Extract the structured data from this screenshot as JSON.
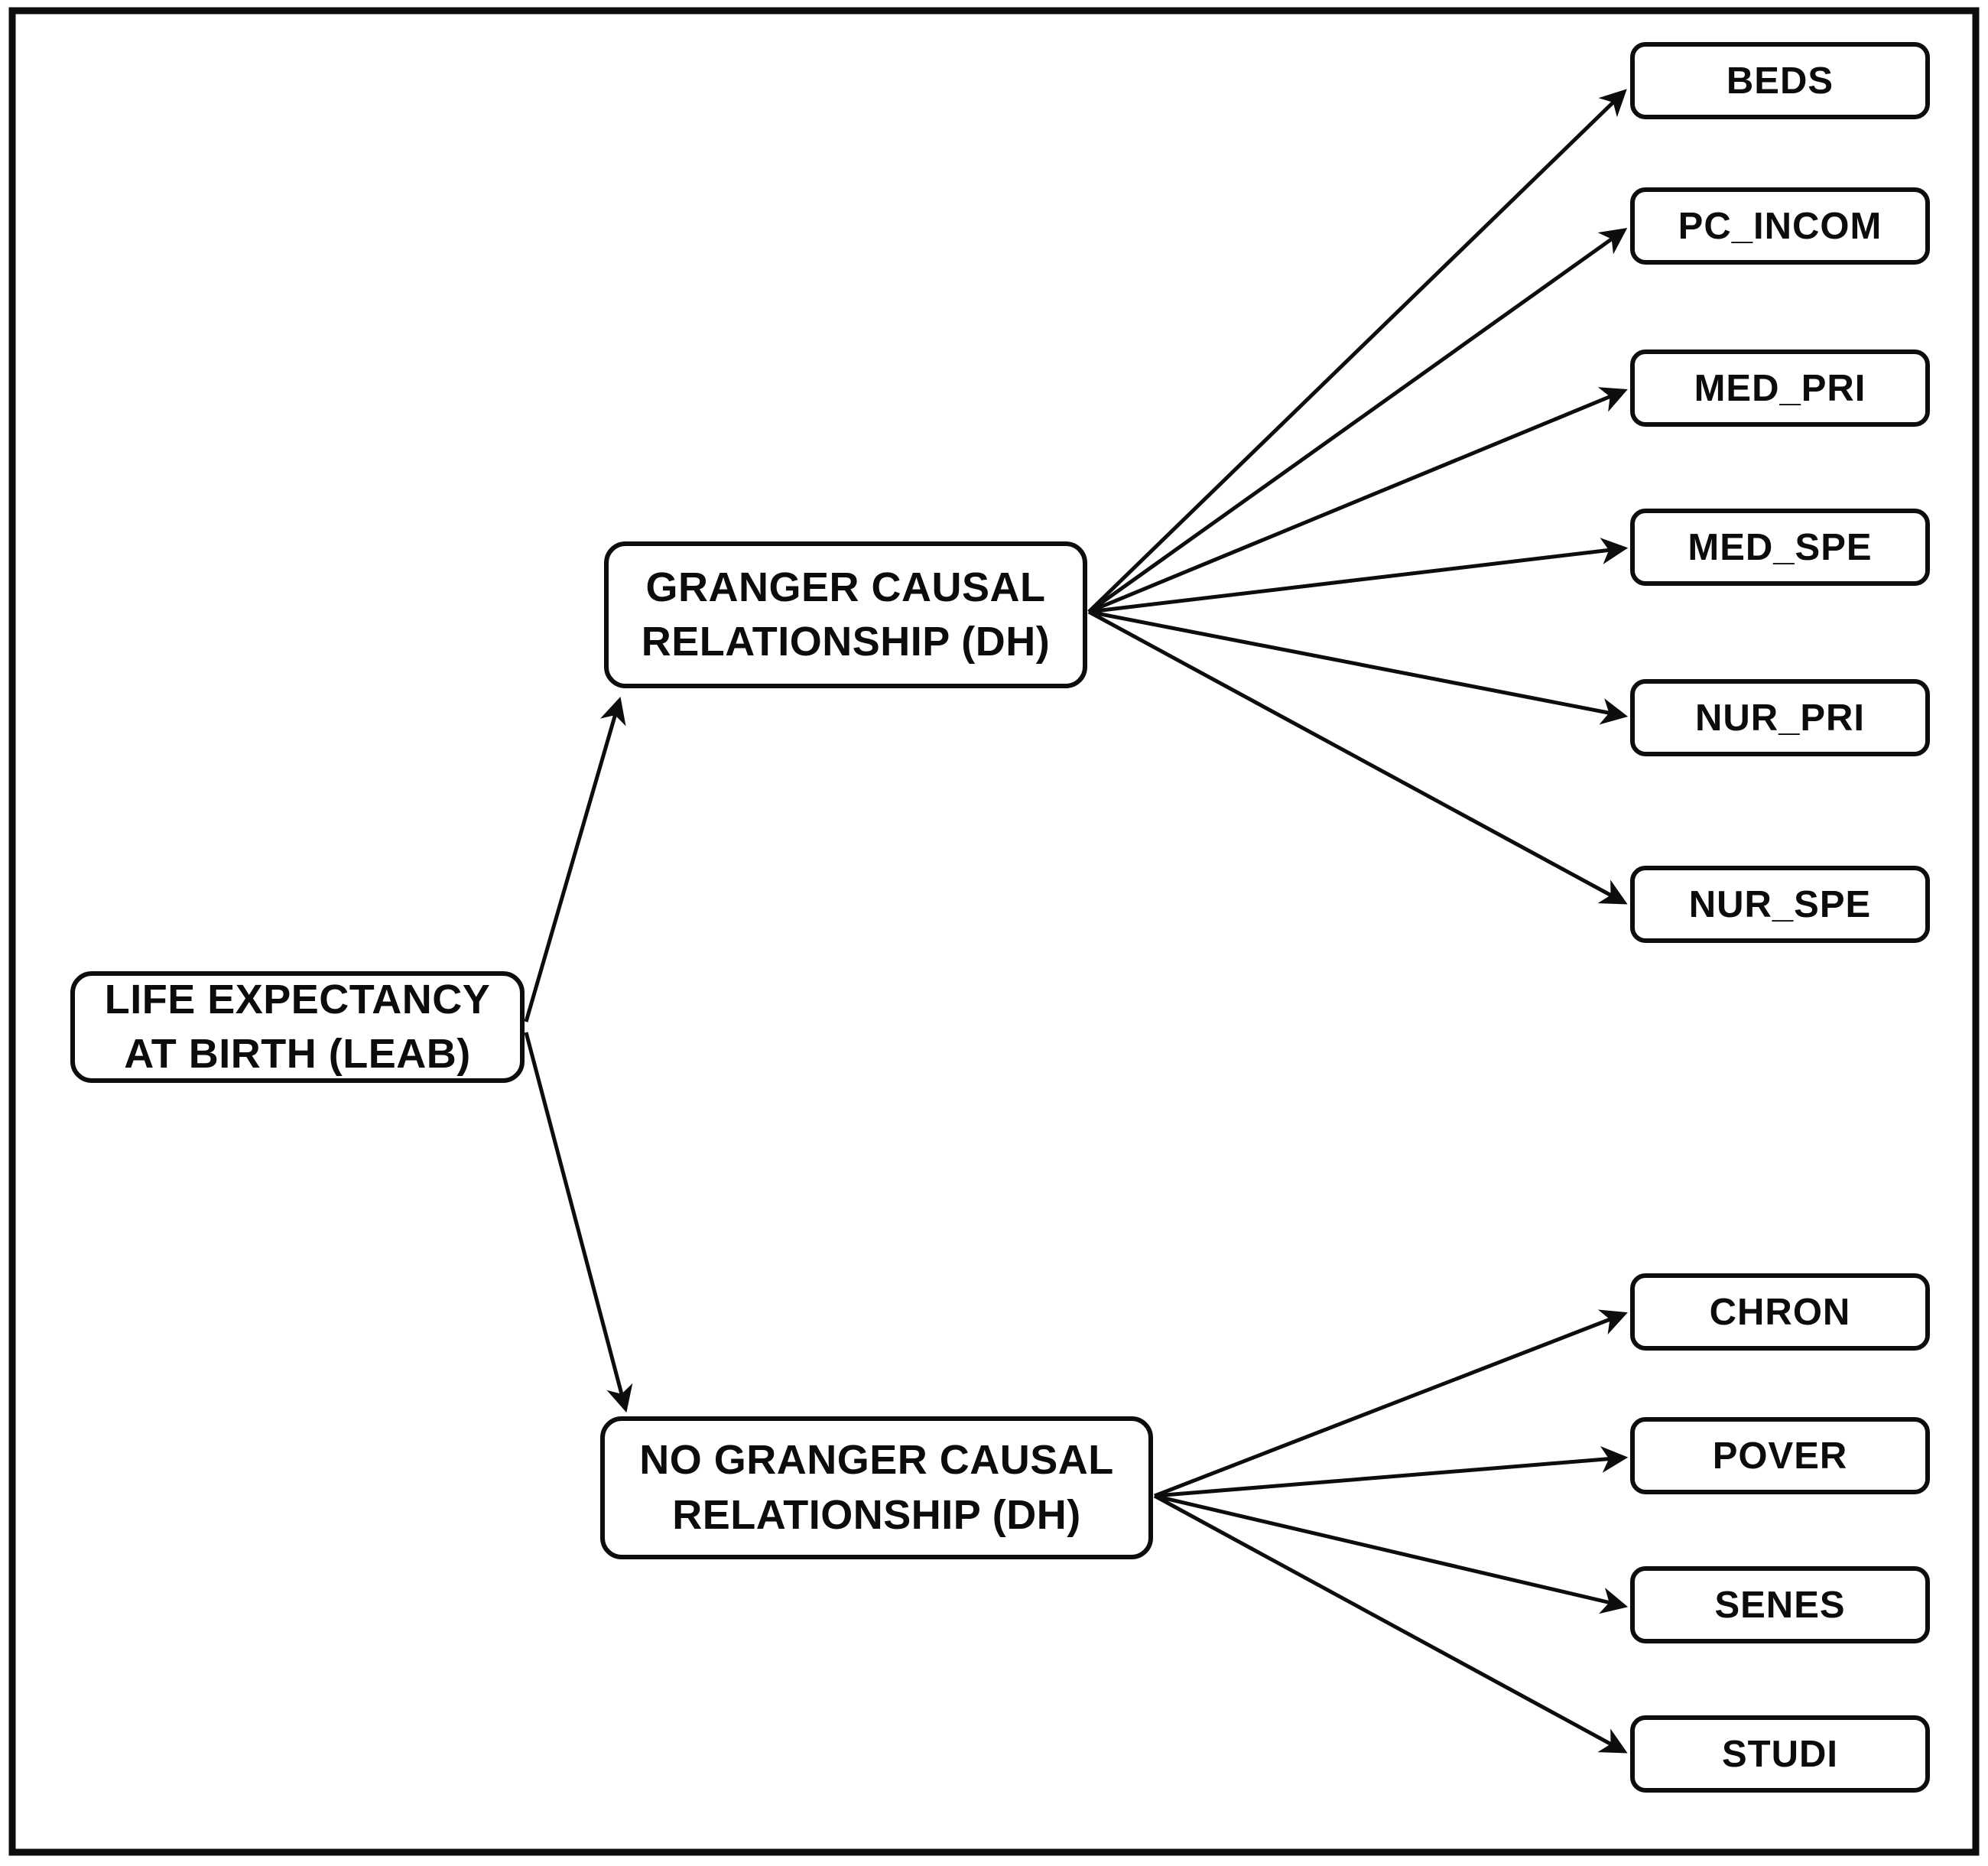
{
  "figure": {
    "type": "tree-diagram",
    "background_color": "#ffffff",
    "line_color": "#0d0d0d",
    "box_fill_color": "#ffffff",
    "text_color": "#0c0c0c",
    "root": {
      "line1": "LIFE EXPECTANCY",
      "line2": "AT BIRTH (LEAB)"
    },
    "branches": {
      "granger": {
        "line1": "GRANGER CAUSAL",
        "line2": "RELATIONSHIP (DH)"
      },
      "no_granger": {
        "line1": "NO GRANGER CAUSAL",
        "line2": "RELATIONSHIP (DH)"
      }
    },
    "granger_children": [
      "BEDS",
      "PC_INCOM",
      "MED_PRI",
      "MED_SPE",
      "NUR_PRI",
      "NUR_SPE"
    ],
    "no_granger_children": [
      "CHRON",
      "POVER",
      "SENES",
      "STUDI"
    ]
  }
}
